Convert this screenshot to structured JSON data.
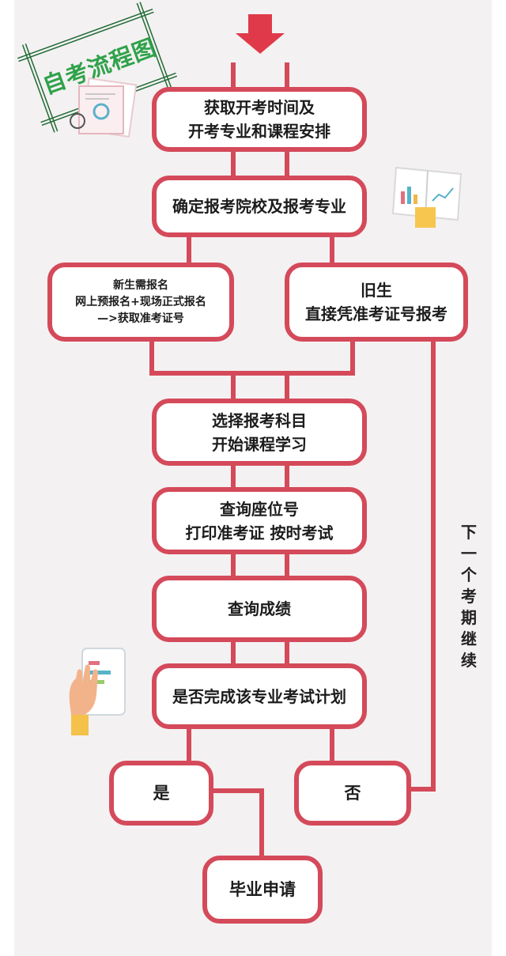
{
  "title_stamp": "自考流程图",
  "steps": {
    "step1": [
      "获取开考时间及",
      "开考专业和课程安排"
    ],
    "step2": [
      "确定报考院校及报考专业"
    ],
    "new_student": [
      "新生需报名",
      "网上预报名+现场正式报名",
      "—>获取准考证号"
    ],
    "old_student": [
      "旧生",
      "直接凭准考证号报考"
    ],
    "step4": [
      "选择报考科目",
      "开始课程学习"
    ],
    "step5": [
      "查询座位号",
      "打印准考证  按时考试"
    ],
    "step6": [
      "查询成绩"
    ],
    "step7": [
      "是否完成该专业考试计划"
    ],
    "yes": [
      "是"
    ],
    "no": [
      "否"
    ],
    "graduate": [
      "毕业申请"
    ]
  },
  "loop_label": "下一个考期继续",
  "colors": {
    "border": "#d44a5a",
    "arrow": "#e03a4a",
    "background": "#f4f1f2",
    "stamp_green": "#2fa24a"
  },
  "icons": [
    "down-arrow-icon",
    "documents-icon",
    "chart-book-icon",
    "tablet-hand-icon"
  ]
}
